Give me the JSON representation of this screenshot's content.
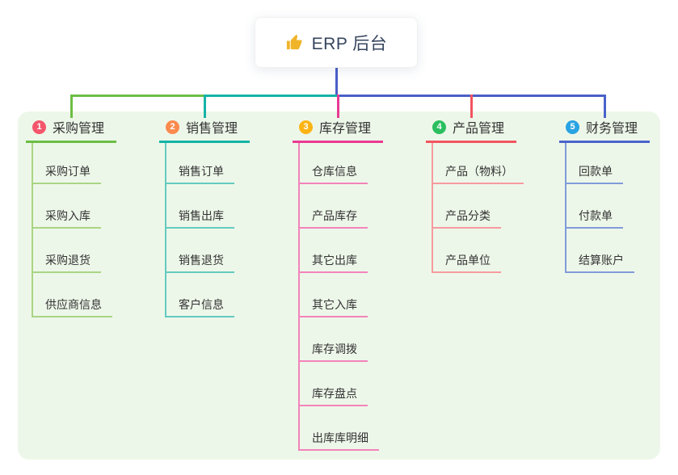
{
  "root": {
    "icon": "thumb-up-icon",
    "title": "ERP 后台"
  },
  "branches": [
    {
      "num": "1",
      "label": "采购管理",
      "badge_color": "#f4566b",
      "line_color": "#6cbe45",
      "child_line_color": "#a9d584",
      "children": [
        "采购订单",
        "采购入库",
        "采购退货",
        "供应商信息"
      ]
    },
    {
      "num": "2",
      "label": "销售管理",
      "badge_color": "#fb8a4d",
      "line_color": "#14b3a6",
      "child_line_color": "#63cbc0",
      "children": [
        "销售订单",
        "销售出库",
        "销售退货",
        "客户信息"
      ]
    },
    {
      "num": "3",
      "label": "库存管理",
      "badge_color": "#fcb414",
      "line_color": "#e93a93",
      "child_line_color": "#f383bb",
      "children": [
        "仓库信息",
        "产品库存",
        "其它出库",
        "其它入库",
        "库存调拨",
        "库存盘点",
        "出库库明细"
      ]
    },
    {
      "num": "4",
      "label": "产品管理",
      "badge_color": "#2bbf5f",
      "line_color": "#f2545f",
      "child_line_color": "#f79aa0",
      "children": [
        "产品（物料）",
        "产品分类",
        "产品单位"
      ]
    },
    {
      "num": "5",
      "label": "财务管理",
      "badge_color": "#29a3e3",
      "line_color": "#4a63cb",
      "child_line_color": "#809bd9",
      "children": [
        "回款单",
        "付款单",
        "结算账户"
      ]
    }
  ],
  "connector": {
    "stem_color": "#4a5fc8"
  },
  "colors": {
    "panel_bg": "#edf7e9",
    "icon_color": "#f0b429"
  }
}
